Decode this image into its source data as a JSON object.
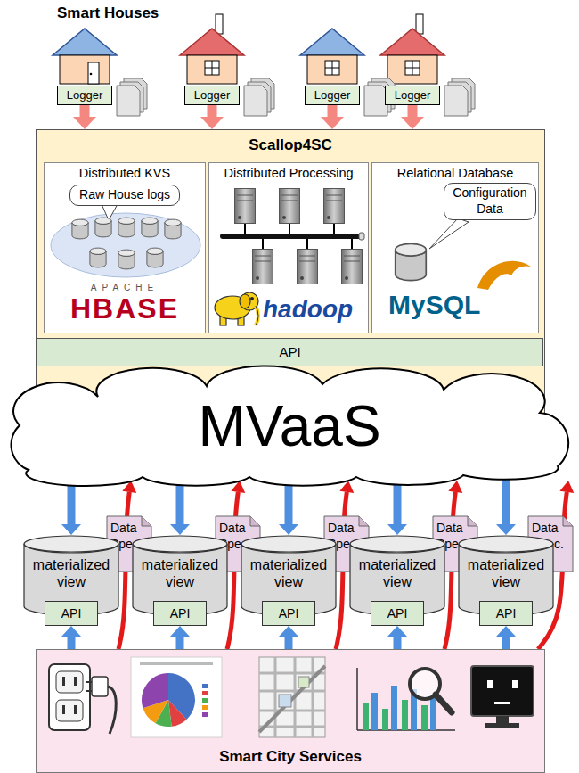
{
  "diagram": {
    "title": "Smart Houses",
    "nodes": [
      {
        "text": [
          "Logger"
        ]
      },
      {
        "text": [
          "Logger"
        ]
      },
      {
        "text": [
          "Logger"
        ]
      },
      {
        "text": [
          "Logger"
        ]
      },
      {
        "text": [
          "Scallop4SC"
        ]
      },
      {
        "text": [
          "Distributed KVS"
        ],
        "in": 4
      },
      {
        "text": [
          "Raw House logs"
        ],
        "in": 5
      },
      {
        "text": [
          "Distributed Processing"
        ],
        "in": 4
      },
      {
        "text": [
          "Relational Database"
        ],
        "in": 4
      },
      {
        "text": [
          "Configuration Data"
        ],
        "in": 8
      },
      {
        "text": [
          "API"
        ],
        "in": 4
      },
      {
        "text": [
          "MVaaS"
        ]
      },
      {
        "text": [
          "Data Spec."
        ]
      },
      {
        "text": [
          "Data Spec."
        ]
      },
      {
        "text": [
          "Data Spec."
        ]
      },
      {
        "text": [
          "Data Spec."
        ]
      },
      {
        "text": [
          "Data Spec."
        ]
      },
      {
        "text": [
          "materialized view"
        ]
      },
      {
        "text": [
          "materialized view"
        ]
      },
      {
        "text": [
          "materialized view"
        ]
      },
      {
        "text": [
          "materialized view"
        ]
      },
      {
        "text": [
          "materialized view"
        ]
      },
      {
        "text": [
          "API"
        ]
      },
      {
        "text": [
          "API"
        ]
      },
      {
        "text": [
          "API"
        ]
      },
      {
        "text": [
          "API"
        ]
      },
      {
        "text": [
          "API"
        ]
      },
      {
        "text": [
          "Smart City Services"
        ]
      }
    ],
    "edges": [
      {
        "from": 0,
        "to": 4,
        "arrow": "to"
      },
      {
        "from": 1,
        "to": 4,
        "arrow": "to"
      },
      {
        "from": 2,
        "to": 4,
        "arrow": "to"
      },
      {
        "from": 3,
        "to": 4,
        "arrow": "to"
      },
      {
        "from": 11,
        "to": 17,
        "arrow": "to"
      },
      {
        "from": 11,
        "to": 18,
        "arrow": "to"
      },
      {
        "from": 11,
        "to": 19,
        "arrow": "to"
      },
      {
        "from": 11,
        "to": 20,
        "arrow": "to"
      },
      {
        "from": 11,
        "to": 21,
        "arrow": "to"
      },
      {
        "from": 27,
        "to": 22,
        "arrow": "to"
      },
      {
        "from": 27,
        "to": 23,
        "arrow": "to"
      },
      {
        "from": 27,
        "to": 24,
        "arrow": "to"
      },
      {
        "from": 27,
        "to": 25,
        "arrow": "to"
      },
      {
        "from": 27,
        "to": 26,
        "arrow": "to"
      },
      {
        "from": 27,
        "to": 11,
        "arrow": "to"
      },
      {
        "from": 27,
        "to": 11,
        "arrow": "to"
      },
      {
        "from": 27,
        "to": 11,
        "arrow": "to"
      },
      {
        "from": 27,
        "to": 11,
        "arrow": "to"
      },
      {
        "from": 27,
        "to": 11,
        "arrow": "to"
      }
    ],
    "labels": [
      "APACHE",
      "HBASE",
      "hadoop",
      "MySQL"
    ]
  }
}
